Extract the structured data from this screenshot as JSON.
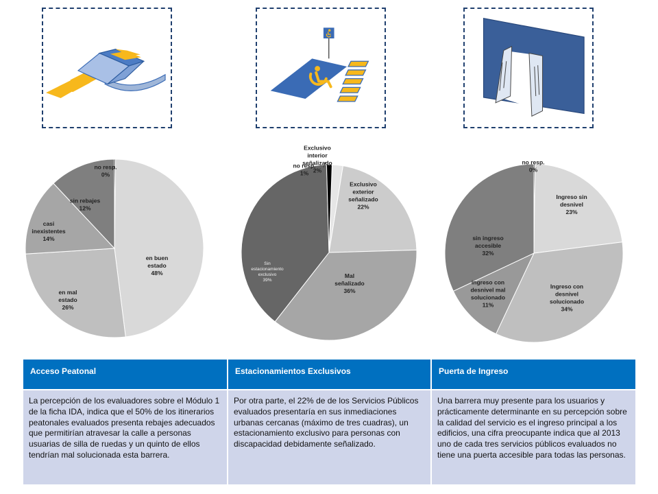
{
  "chart_data": [
    {
      "type": "pie",
      "title": "",
      "slices": [
        {
          "label": "en buen estado",
          "label_lines": [
            "en buen",
            "estado"
          ],
          "value": 48,
          "display": "48%",
          "color": "#d9d9d9"
        },
        {
          "label": "en mal estado",
          "label_lines": [
            "en mal",
            "estado"
          ],
          "value": 26,
          "display": "26%",
          "color": "#bfbfbf"
        },
        {
          "label": "casi inexistentes",
          "label_lines": [
            "casi",
            "inexistentes"
          ],
          "value": 14,
          "display": "14%",
          "color": "#a6a6a6"
        },
        {
          "label": "sin rebajes",
          "label_lines": [
            "sin rebajes"
          ],
          "value": 12,
          "display": "12%",
          "color": "#7f7f7f"
        },
        {
          "label": "no resp.",
          "label_lines": [
            "no resp."
          ],
          "value": 0,
          "display": "0%",
          "color": "#000000"
        }
      ]
    },
    {
      "type": "pie",
      "title": "",
      "slices": [
        {
          "label": "Exclusivo interior señalizado",
          "label_lines": [
            "Exclusivo",
            "interior",
            "señalizado"
          ],
          "value": 2,
          "display": "2%",
          "color": "#e6e6e6"
        },
        {
          "label": "Exclusivo exterior señalizado",
          "label_lines": [
            "Exclusivo",
            "exterior",
            "señalizado"
          ],
          "value": 22,
          "display": "22%",
          "color": "#cccccc"
        },
        {
          "label": "Mal señalizado",
          "label_lines": [
            "Mal",
            "señalizado"
          ],
          "value": 36,
          "display": "36%",
          "color": "#a6a6a6"
        },
        {
          "label": "Sin estacionamiento exclusivo",
          "label_lines": [
            "Sin",
            "estacionamiento",
            "exclusivo"
          ],
          "value": 39,
          "display": "39%",
          "color": "#666666"
        },
        {
          "label": "no resp.",
          "label_lines": [
            "no resp."
          ],
          "value": 1,
          "display": "1%",
          "color": "#000000"
        }
      ]
    },
    {
      "type": "pie",
      "title": "",
      "slices": [
        {
          "label": "Ingreso sin desnivel",
          "label_lines": [
            "Ingreso sin",
            "desnivel"
          ],
          "value": 23,
          "display": "23%",
          "color": "#d9d9d9"
        },
        {
          "label": "Ingreso con desnivel solucionado",
          "label_lines": [
            "Ingreso con",
            "desnivel",
            "solucionado"
          ],
          "value": 34,
          "display": "34%",
          "color": "#bfbfbf"
        },
        {
          "label": "ingreso con desnivel mal solucionado",
          "label_lines": [
            "ingreso con",
            "desnivel mal",
            "solucionado"
          ],
          "value": 11,
          "display": "11%",
          "color": "#999999"
        },
        {
          "label": "sin ingreso accesible",
          "label_lines": [
            "sin ingreso",
            "accesible"
          ],
          "value": 32,
          "display": "32%",
          "color": "#7f7f7f"
        },
        {
          "label": "no resp.",
          "label_lines": [
            "no resp."
          ],
          "value": 0,
          "display": "0%",
          "color": "#000000"
        }
      ]
    }
  ],
  "illustrations": [
    {
      "icon": "sidewalk-curb-ramp-icon"
    },
    {
      "icon": "accessible-parking-icon"
    },
    {
      "icon": "entrance-door-icon"
    }
  ],
  "colors": {
    "header_blue": "#0070c0",
    "cell_lavender": "#cfd5ea",
    "frame_navy": "#1f3f6e",
    "accent_blue": "#3a6bb5",
    "accent_yellow": "#f7b81c"
  },
  "table": {
    "headers": [
      "Acceso Peatonal",
      "Estacionamientos Exclusivos",
      "Puerta de Ingreso"
    ],
    "rows": [
      [
        "La percepción de los evaluadores sobre el Módulo 1 de la ficha IDA, indica que el 50% de los itinerarios peatonales evaluados presenta rebajes adecuados que permitirían atravesar la calle a personas usuarias de silla de ruedas y un quinto de ellos tendrían mal solucionada esta barrera.",
        "Por otra parte, el 22% de de los Servicios Públicos evaluados presentaría en sus inmediaciones urbanas cercanas (máximo de tres cuadras), un estacionamiento exclusivo para personas con discapacidad debidamente señalizado.",
        "Una barrera muy presente para los usuarios y prácticamente determinante en su percepción sobre la calidad del servicio es el ingreso principal a los edificios, una cifra preocupante indica que al 2013 uno de cada tres servicios públicos evaluados no tiene una puerta accesible para todas las personas."
      ]
    ]
  }
}
